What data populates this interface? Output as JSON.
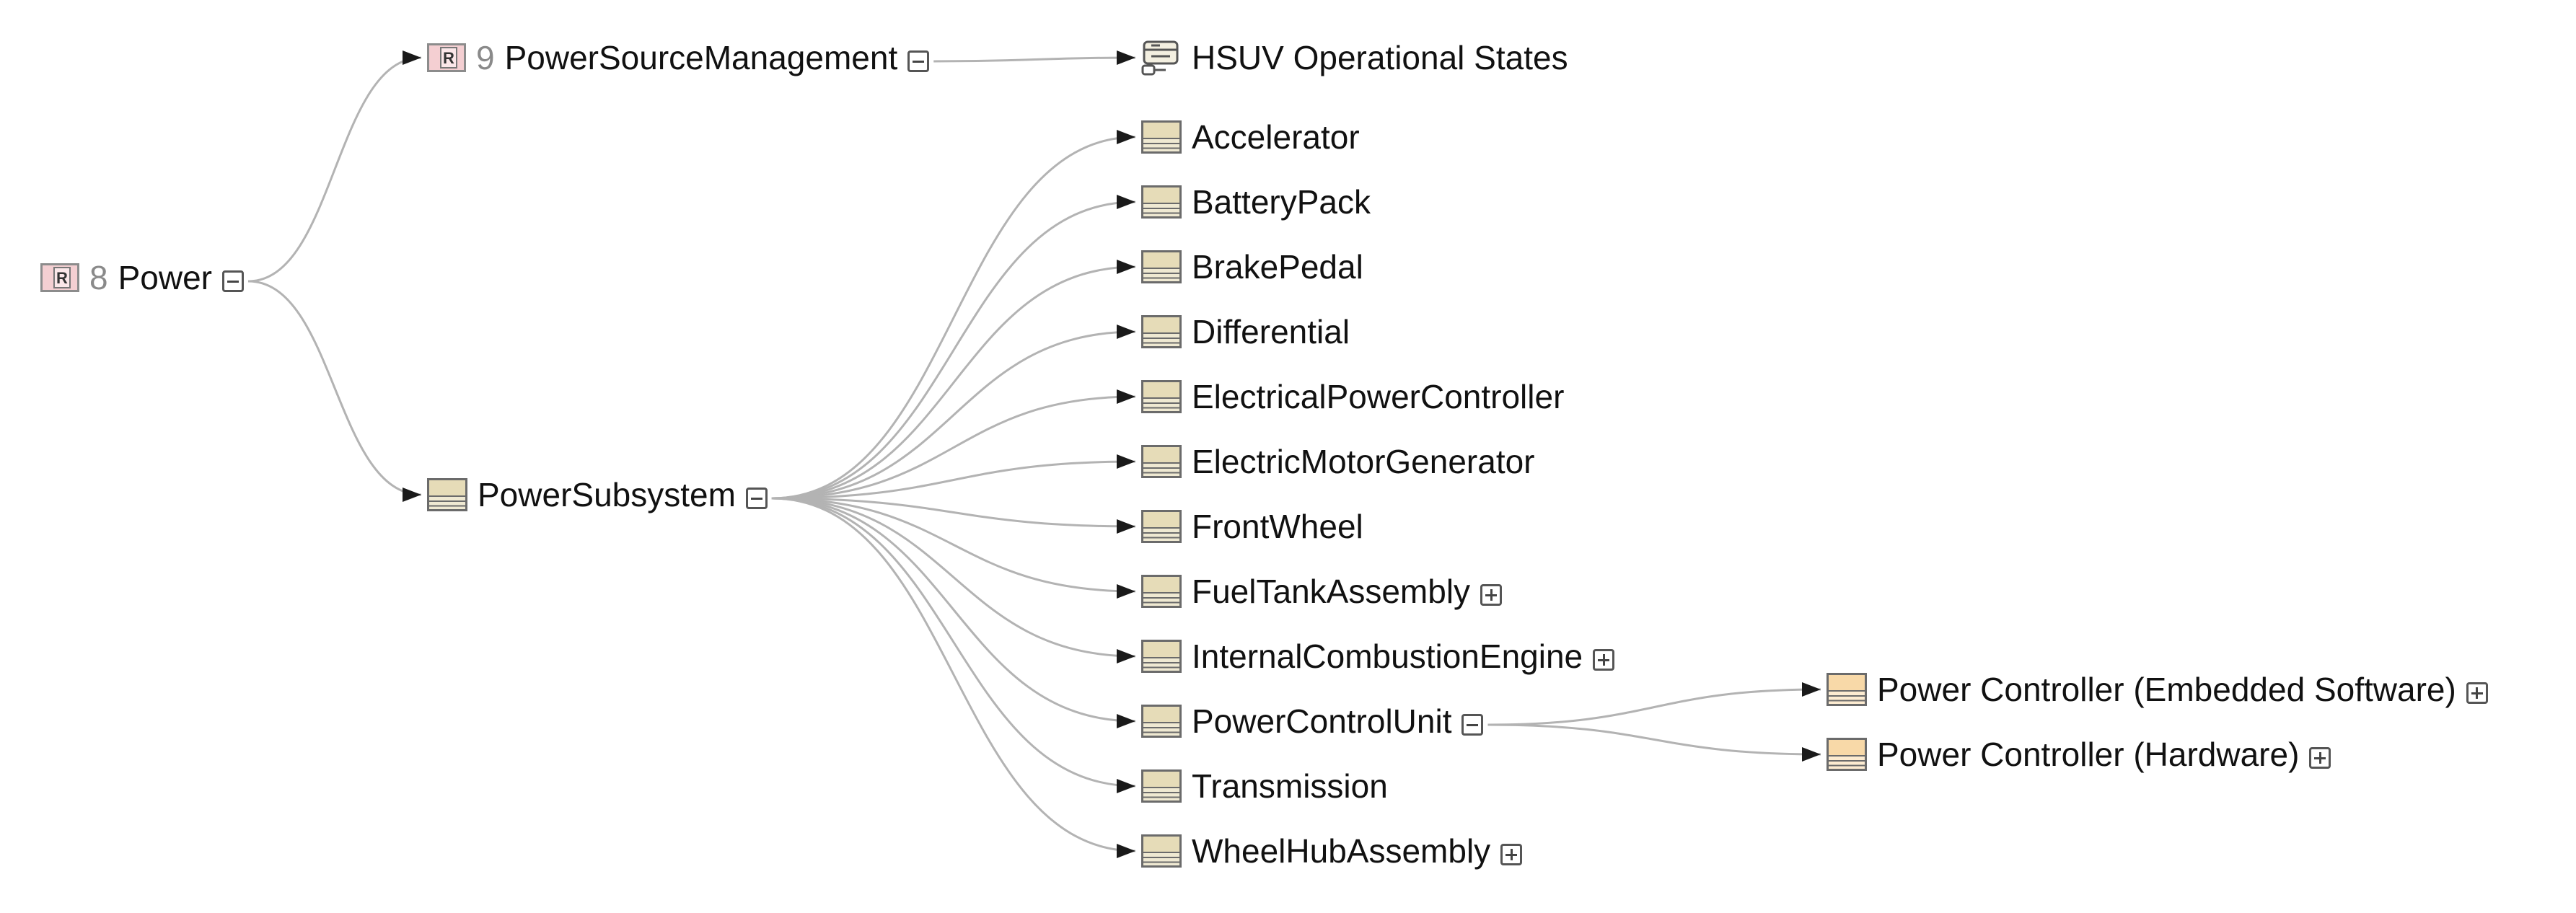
{
  "nodes": {
    "power": {
      "label": "Power",
      "number": "8",
      "icon": "requirement-icon",
      "toggle": "collapse"
    },
    "powerSourceManagement": {
      "label": "PowerSourceManagement",
      "number": "9",
      "icon": "requirement-icon",
      "toggle": "collapse"
    },
    "hsuvStates": {
      "label": "HSUV Operational States",
      "icon": "state-machine-icon"
    },
    "powerSubsystem": {
      "label": "PowerSubsystem",
      "icon": "block-icon",
      "toggle": "collapse"
    },
    "accelerator": {
      "label": "Accelerator",
      "icon": "block-icon"
    },
    "batteryPack": {
      "label": "BatteryPack",
      "icon": "block-icon"
    },
    "brakePedal": {
      "label": "BrakePedal",
      "icon": "block-icon"
    },
    "differential": {
      "label": "Differential",
      "icon": "block-icon"
    },
    "electricalPowerController": {
      "label": "ElectricalPowerController",
      "icon": "block-icon"
    },
    "electricMotorGenerator": {
      "label": "ElectricMotorGenerator",
      "icon": "block-icon"
    },
    "frontWheel": {
      "label": "FrontWheel",
      "icon": "block-icon"
    },
    "fuelTankAssembly": {
      "label": "FuelTankAssembly",
      "icon": "block-icon",
      "toggle": "expand"
    },
    "internalCombustionEngine": {
      "label": "InternalCombustionEngine",
      "icon": "block-icon",
      "toggle": "expand"
    },
    "powerControlUnit": {
      "label": "PowerControlUnit",
      "icon": "block-icon",
      "toggle": "collapse"
    },
    "transmission": {
      "label": "Transmission",
      "icon": "block-icon"
    },
    "wheelHubAssembly": {
      "label": "WheelHubAssembly",
      "icon": "block-icon",
      "toggle": "expand"
    },
    "pcEmbedded": {
      "label": "Power Controller (Embedded Software)",
      "icon": "block-icon",
      "toggle": "expand"
    },
    "pcHardware": {
      "label": "Power Controller (Hardware)",
      "icon": "block-icon",
      "toggle": "expand"
    }
  },
  "colors": {
    "edge": "#b3b3b3",
    "arrow": "#1a1a1a",
    "requirement_fill": "#f4cfd2",
    "block_fill": "#e6dcb8",
    "block_fill_orange": "#f8d9a8"
  }
}
